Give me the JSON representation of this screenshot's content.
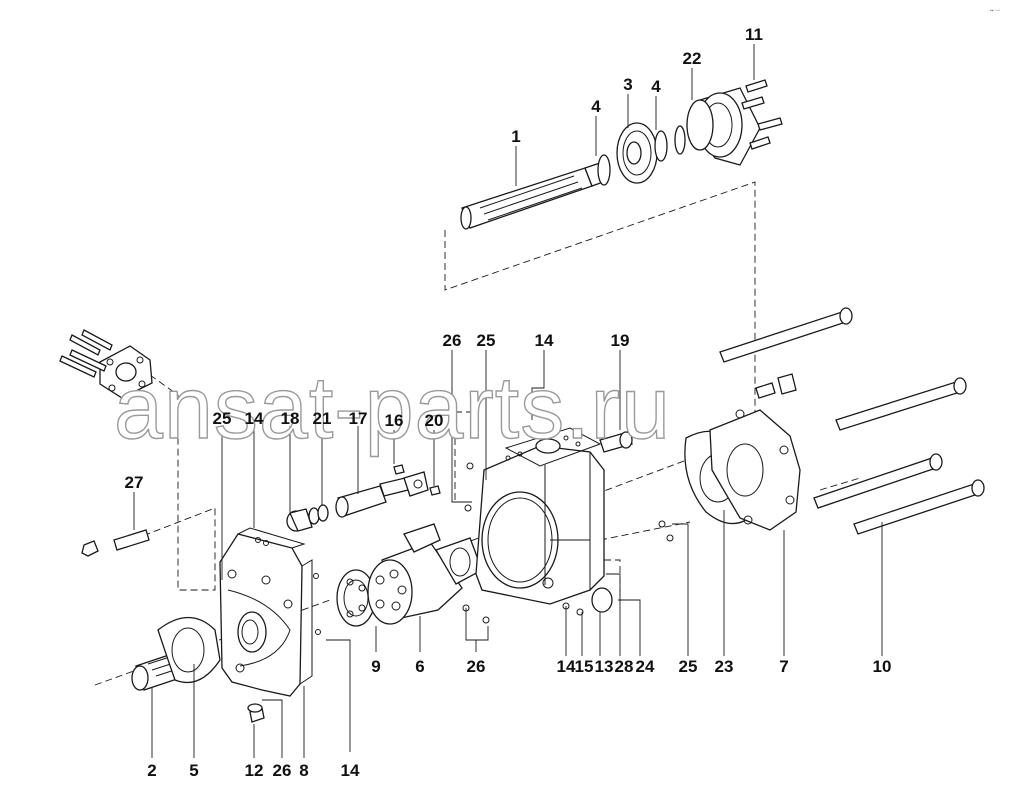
{
  "corner_mark": "▪▪ ▫▫▫",
  "watermark": "ansat-parts.ru",
  "callouts": [
    "11",
    "22",
    "3",
    "4",
    "4",
    "1",
    "26",
    "25",
    "14",
    "19",
    "25",
    "14",
    "18",
    "21",
    "17",
    "16",
    "20",
    "27",
    "9",
    "6",
    "26",
    "14",
    "15",
    "13",
    "28",
    "24",
    "25",
    "23",
    "7",
    "10",
    "2",
    "5",
    "12",
    "26",
    "8",
    "14"
  ]
}
